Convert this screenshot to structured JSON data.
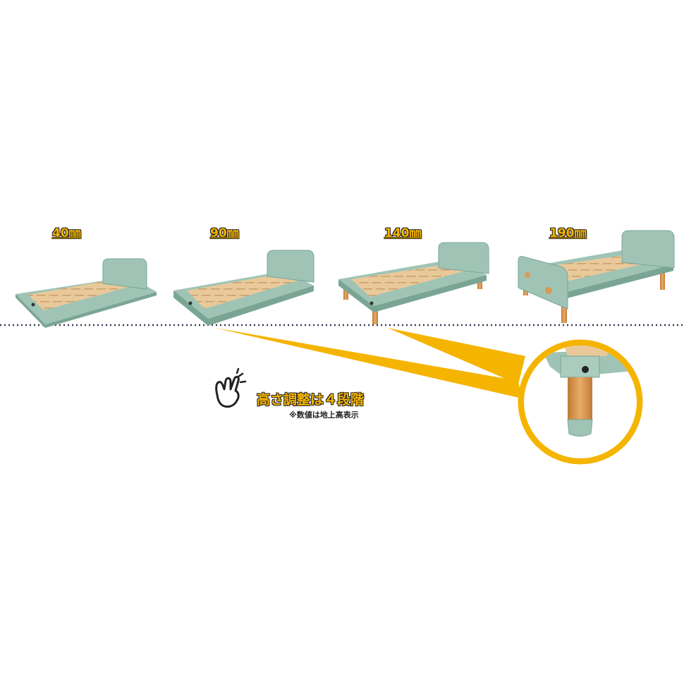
{
  "heights": [
    {
      "label": "40㎜"
    },
    {
      "label": "90㎜"
    },
    {
      "label": "140㎜"
    },
    {
      "label": "190㎜"
    }
  ],
  "caption": {
    "title": "高さ調整は４段階",
    "note": "※数値は地上高表示"
  },
  "colors": {
    "frame": "#9fc4b6",
    "frame_dark": "#7aa595",
    "slat": "#e9c99a",
    "slat_line": "#c79e6a",
    "leg": "#d89a55",
    "accent": "#f5b400",
    "dotted_line": "#333a55"
  },
  "icons": [
    "pointing-hand-icon"
  ]
}
